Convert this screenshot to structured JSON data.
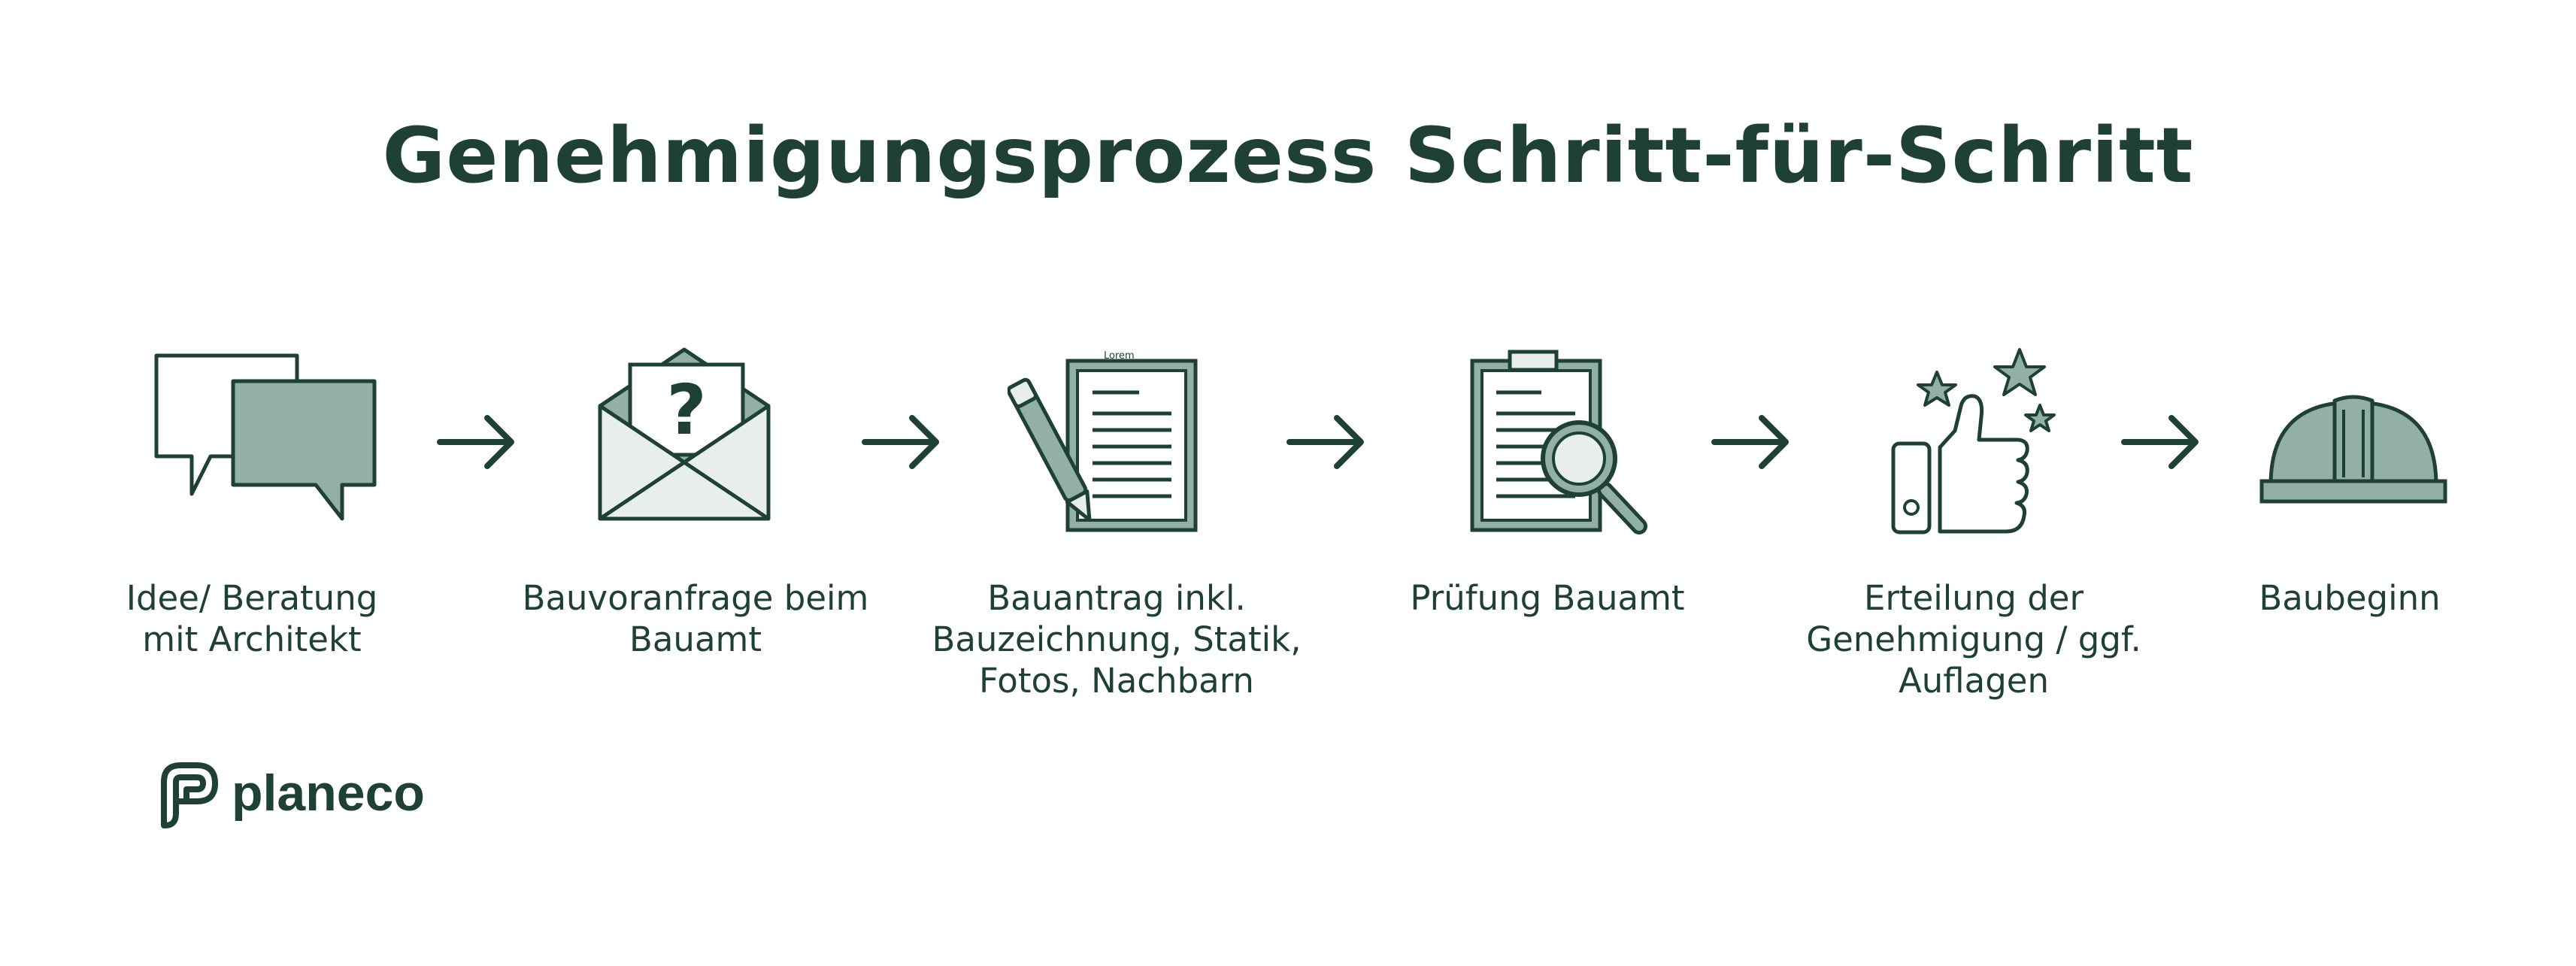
{
  "title": "Genehmigungsprozess Schritt-für-Schritt",
  "steps": [
    {
      "label": "Idee/ Beratung\nmit Architekt",
      "icon": "speech-bubbles-icon"
    },
    {
      "label": "Bauvoranfrage beim\nBauamt",
      "icon": "envelope-question-icon"
    },
    {
      "label": "Bauantrag  inkl.\nBauzeichnung, Statik,\nFotos, Nachbarn",
      "icon": "document-pen-icon"
    },
    {
      "label": "Prüfung Bauamt",
      "icon": "clipboard-magnifier-icon"
    },
    {
      "label": "Erteilung der\nGenehmigung / ggf.\nAuflagen",
      "icon": "thumbs-up-stars-icon"
    },
    {
      "label": "Baubeginn",
      "icon": "hard-hat-icon"
    }
  ],
  "document_text": "Lorem",
  "logo": {
    "text": "planeco",
    "icon": "planeco-logo-icon"
  },
  "colors": {
    "dark": "#1f4037",
    "fill": "#93b0a8",
    "light": "#e8eeea"
  }
}
